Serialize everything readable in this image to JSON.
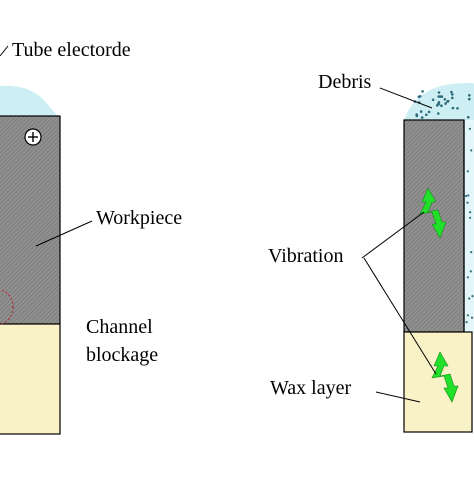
{
  "labels": {
    "tube_electrode": "Tube electorde",
    "workpiece": "Workpiece",
    "channel_blockage_line1": "Channel",
    "channel_blockage_line2": "blockage",
    "debris": "Debris",
    "vibration": "Vibration",
    "wax_layer": "Wax layer"
  },
  "symbols": {
    "polarity": "⊕"
  },
  "colors": {
    "workpiece_fill": "#8f8f8f",
    "wax_fill": "#f9f2c6",
    "fluid_fill": "#cdeff4",
    "debris_dot": "#2e6b7a",
    "vibration_arrow": "#22e02a",
    "outline": "#000000",
    "blockage_outline": "#b0303a"
  }
}
